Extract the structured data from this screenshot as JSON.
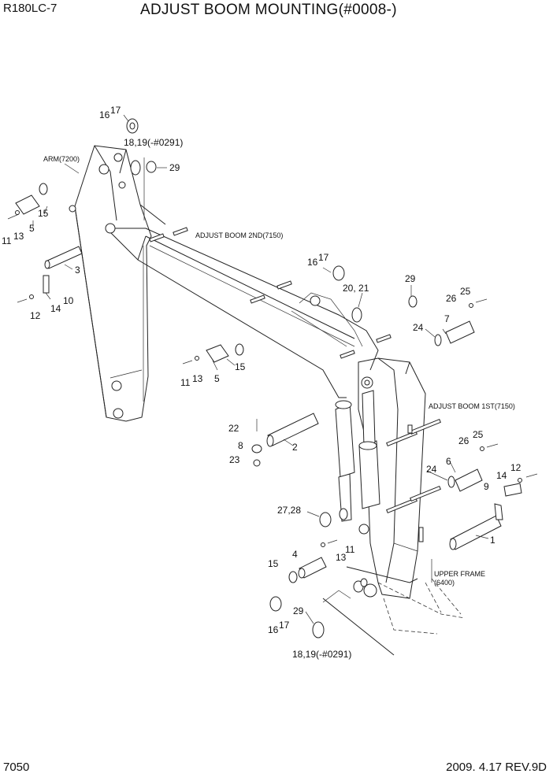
{
  "header": {
    "model": "R180LC-7",
    "title": "ADJUST BOOM MOUNTING(#0008-)"
  },
  "footer": {
    "page_number": "7050",
    "revision": "2009. 4.17  REV.9D"
  },
  "assembly_labels": {
    "arm": "ARM(7200)",
    "boom_2nd": "ADJUST BOOM 2ND(7150)",
    "boom_1st": "ADJUST BOOM 1ST(7150)",
    "upper_frame_line1": "UPPER FRAME",
    "upper_frame_line2": "(6400)"
  },
  "callouts": {
    "c1": "1",
    "c2": "2",
    "c3": "3",
    "c4": "4",
    "c5a": "5",
    "c5b": "5",
    "c6": "6",
    "c7": "7",
    "c8": "8",
    "c9": "9",
    "c10": "10",
    "c11a": "11",
    "c11b": "11",
    "c11c": "11",
    "c12a": "12",
    "c12b": "12",
    "c13a": "13",
    "c13b": "13",
    "c13c": "13",
    "c14a": "14",
    "c14b": "14",
    "c15a": "15",
    "c15b": "15",
    "c15c": "15",
    "c16a": "16",
    "c17a": "17",
    "c16b": "16",
    "c17b": "17",
    "c16c": "16",
    "c17c": "17",
    "c18_19a": "18,19(-#0291)",
    "c18_19b": "18,19(-#0291)",
    "c20_21": "20, 21",
    "c22": "22",
    "c23": "23",
    "c24a": "24",
    "c24b": "24",
    "c25a": "25",
    "c25b": "25",
    "c26a": "26",
    "c26b": "26",
    "c27_28": "27,28",
    "c29a": "29",
    "c29b": "29",
    "c29c": "29"
  }
}
